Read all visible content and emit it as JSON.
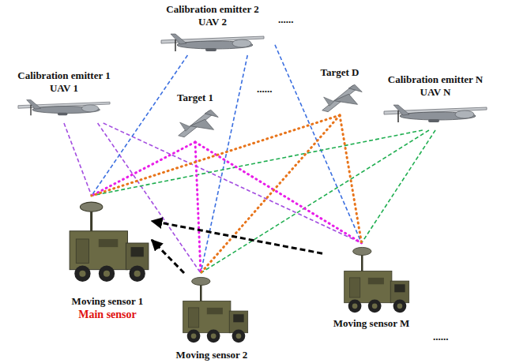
{
  "diagram": {
    "nodes": [
      {
        "text": [
          "Calibration emitter 2",
          "UAV 2"
        ]
      },
      {
        "text": [
          "Calibration emitter 1",
          "UAV 1"
        ]
      },
      {
        "text": [
          "Target D"
        ]
      },
      {
        "text": [
          "Calibration emitter N",
          "UAV N"
        ]
      },
      {
        "text": [
          "Target 1"
        ]
      },
      {
        "text": [
          "Moving sensor 1",
          "Main sensor"
        ]
      },
      {
        "text": [
          "Moving sensor 2"
        ]
      },
      {
        "text": [
          "Moving sensor M"
        ]
      }
    ],
    "edges": [
      {
        "from": 1,
        "to": 5,
        "arrow": "none"
      },
      {
        "from": 1,
        "to": 6,
        "arrow": "none"
      },
      {
        "from": 1,
        "to": 7,
        "arrow": "none"
      },
      {
        "from": 0,
        "to": 5,
        "arrow": "none"
      },
      {
        "from": 0,
        "to": 6,
        "arrow": "none"
      },
      {
        "from": 0,
        "to": 7,
        "arrow": "none"
      },
      {
        "from": 3,
        "to": 5,
        "arrow": "none"
      },
      {
        "from": 3,
        "to": 6,
        "arrow": "none"
      },
      {
        "from": 3,
        "to": 7,
        "arrow": "none"
      },
      {
        "from": 4,
        "to": 5,
        "arrow": "none"
      },
      {
        "from": 4,
        "to": 6,
        "arrow": "none"
      },
      {
        "from": 4,
        "to": 7,
        "arrow": "none"
      },
      {
        "from": 2,
        "to": 5,
        "arrow": "none"
      },
      {
        "from": 2,
        "to": 6,
        "arrow": "none"
      },
      {
        "from": 2,
        "to": 7,
        "arrow": "none"
      },
      {
        "from": 6,
        "to": 5,
        "arrow": "to"
      },
      {
        "from": 7,
        "to": 5,
        "arrow": "to"
      }
    ],
    "labels": [
      "......",
      "......",
      "......"
    ]
  }
}
